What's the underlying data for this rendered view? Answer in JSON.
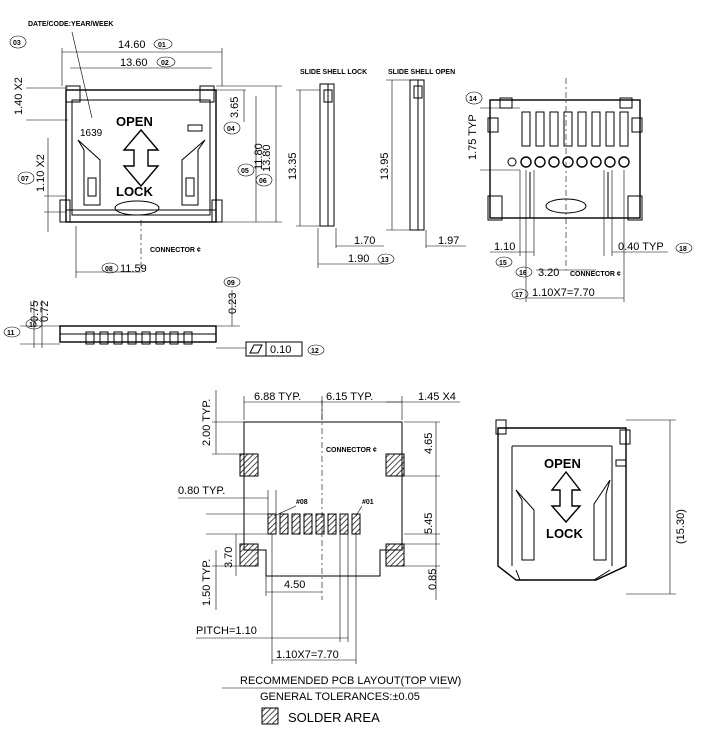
{
  "header": {
    "date_code": "DATE/CODE:YEAR/WEEK",
    "date_value": "1639"
  },
  "top_view": {
    "d01": "14.60",
    "c01": "01",
    "d02": "13.60",
    "c02": "02",
    "d03": "1.40 X2",
    "c03": "03",
    "d04": "3.65",
    "c04": "04",
    "d05": "11.80",
    "c05": "05",
    "d06": "13.80",
    "c06": "06",
    "d07": "1.10 X2",
    "c07": "07",
    "d08": "11.59",
    "c08": "08",
    "open": "OPEN",
    "lock": "LOCK",
    "connector": "CONNECTOR ¢"
  },
  "side_views": {
    "lock_label": "SLIDE SHELL LOCK",
    "open_label": "SLIDE SHELL OPEN",
    "d_lock_h": "13.35",
    "d_open_h": "13.95",
    "d_170": "1.70",
    "d_190": "1.90",
    "c13": "13",
    "d_197": "1.97"
  },
  "front_view": {
    "d_075": "0.75",
    "d_072": "0.72",
    "d_023": "0.23",
    "c09": "09",
    "c10": "10",
    "c11": "11",
    "c12": "12",
    "flat": "0.10"
  },
  "bottom_view": {
    "d_175": "1.75 TYP",
    "c14": "14",
    "d_110": "1.10",
    "c15": "15",
    "d_320": "3.20",
    "c16": "16",
    "connector": "CONNECTOR ¢",
    "d_040": "0.40 TYP",
    "c18": "18",
    "d_pitch": "1.10X7=7.70",
    "c17": "17"
  },
  "pcb": {
    "d_688": "6.88 TYP.",
    "d_615": "6.15 TYP.",
    "d_145": "1.45 X4",
    "d_200": "2.00 TYP.",
    "d_465": "4.65",
    "connector": "CONNECTOR ¢",
    "d_080": "0.80 TYP.",
    "pin08": "#08",
    "pin01": "#01",
    "d_545": "5.45",
    "d_370": "3.70",
    "d_150": "1.50 TYP.",
    "d_450": "4.50",
    "d_085": "0.85",
    "pitch": "PITCH=1.10",
    "d_pitch": "1.10X7=7.70"
  },
  "iso_view": {
    "open": "OPEN",
    "lock": "LOCK",
    "d_1530": "(15.30)"
  },
  "notes": {
    "title": "RECOMMENDED PCB LAYOUT(TOP VIEW)",
    "tolerance": "GENERAL TOLERANCES:±0.05",
    "solder": "SOLDER AREA"
  }
}
